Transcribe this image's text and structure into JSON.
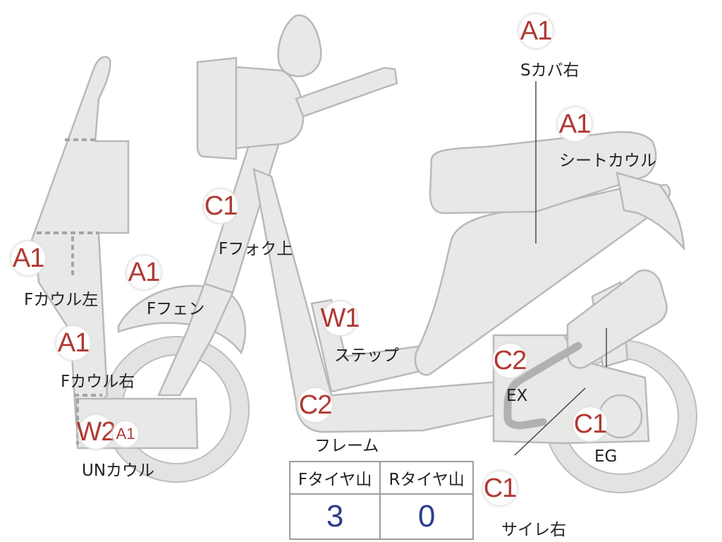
{
  "parts": [
    {
      "id": "s-cover-right",
      "grade": "A1",
      "label": "Sカバ右"
    },
    {
      "id": "seat-cowl",
      "grade": "A1",
      "label": "シートカウル"
    },
    {
      "id": "front-fork-upper",
      "grade": "C1",
      "label": "Fフォク上"
    },
    {
      "id": "front-cowl-left",
      "grade": "A1",
      "label": "Fカウル左"
    },
    {
      "id": "front-fender",
      "grade": "A1",
      "label": "Fフェン"
    },
    {
      "id": "step",
      "grade": "W1",
      "label": "ステップ"
    },
    {
      "id": "front-cowl-right",
      "grade": "A1",
      "label": "Fカウル右"
    },
    {
      "id": "exhaust",
      "grade": "C2",
      "label": "EX"
    },
    {
      "id": "frame",
      "grade": "C2",
      "label": "フレーム"
    },
    {
      "id": "engine",
      "grade": "C1",
      "label": "EG"
    },
    {
      "id": "under-cowl",
      "grade": "W2",
      "grade_secondary": "A1",
      "label": "UNカウル"
    },
    {
      "id": "muffler-right",
      "grade": "C1",
      "label": "サイレ右"
    }
  ],
  "tire_table": {
    "headers": [
      "Fタイヤ山",
      "Rタイヤ山"
    ],
    "values": [
      "3",
      "0"
    ]
  },
  "colors": {
    "grade_text": "#b03934",
    "tire_value_text": "#2b3f8c",
    "body_fill": "#e8e8e6",
    "body_stroke": "#b9b9b7"
  }
}
